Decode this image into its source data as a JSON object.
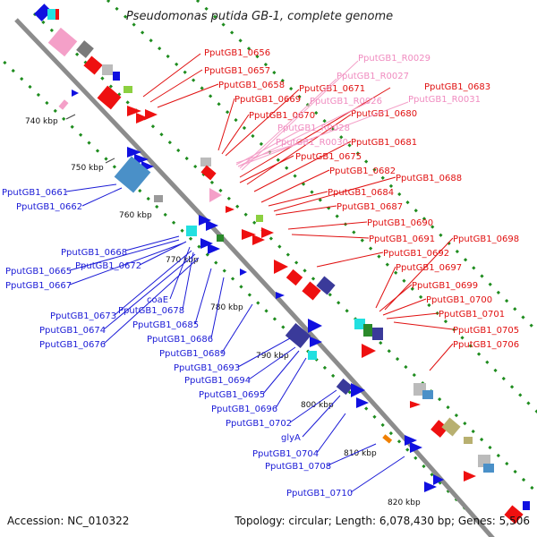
{
  "header": {
    "title": "Pseudomonas putida GB-1, complete genome"
  },
  "footer": {
    "accession": "Accession: NC_010322",
    "summary": "Topology: circular; Length: 6,078,430 bp; Genes: 5,506"
  },
  "colors": {
    "backbone": "#8c8c8c",
    "minus_strand_label": "#1a1ad6",
    "plus_strand_label": "#e01010",
    "rna_label": "#f08cc0",
    "dots": "#1e8c1e",
    "minus_feature": "#1010e0",
    "plus_feature": "#ee1010",
    "rna_feature": "#f4a0c8"
  },
  "ticks": [
    "740 kbp",
    "750 kbp",
    "760 kbp",
    "770 kbp",
    "780 kbp",
    "790 kbp",
    "800 kbp",
    "810 kbp",
    "820 kbp"
  ],
  "labels_minus": [
    "PputGB1_0661",
    "PputGB1_0662",
    "PputGB1_0668",
    "PputGB1_0665",
    "PputGB1_0672",
    "PputGB1_0667",
    "coaE",
    "PputGB1_0673",
    "PputGB1_0678",
    "PputGB1_0674",
    "PputGB1_0685",
    "PputGB1_0676",
    "PputGB1_0686",
    "PputGB1_0689",
    "PputGB1_0693",
    "PputGB1_0694",
    "PputGB1_0695",
    "PputGB1_0696",
    "PputGB1_0702",
    "glyA",
    "PputGB1_0704",
    "PputGB1_0708",
    "PputGB1_0710"
  ],
  "labels_plus": [
    "PputGB1_0656",
    "PputGB1_0657",
    "PputGB1_0658",
    "PputGB1_0669",
    "PputGB1_0671",
    "PputGB1_0670",
    "PputGB1_0683",
    "PputGB1_0680",
    "PputGB1_0681",
    "PputGB1_0675",
    "PputGB1_0682",
    "PputGB1_0688",
    "PputGB1_0684",
    "PputGB1_0687",
    "PputGB1_0690",
    "PputGB1_0691",
    "PputGB1_0698",
    "PputGB1_0692",
    "PputGB1_0697",
    "PputGB1_0699",
    "PputGB1_0700",
    "PputGB1_0701",
    "PputGB1_0705",
    "PputGB1_0706"
  ],
  "labels_rna": [
    "PputGB1_R0029",
    "PputGB1_R0027",
    "PputGB1_R0026",
    "PputGB1_R0031",
    "PputGB1_R0028",
    "PputGB1_R0030"
  ]
}
